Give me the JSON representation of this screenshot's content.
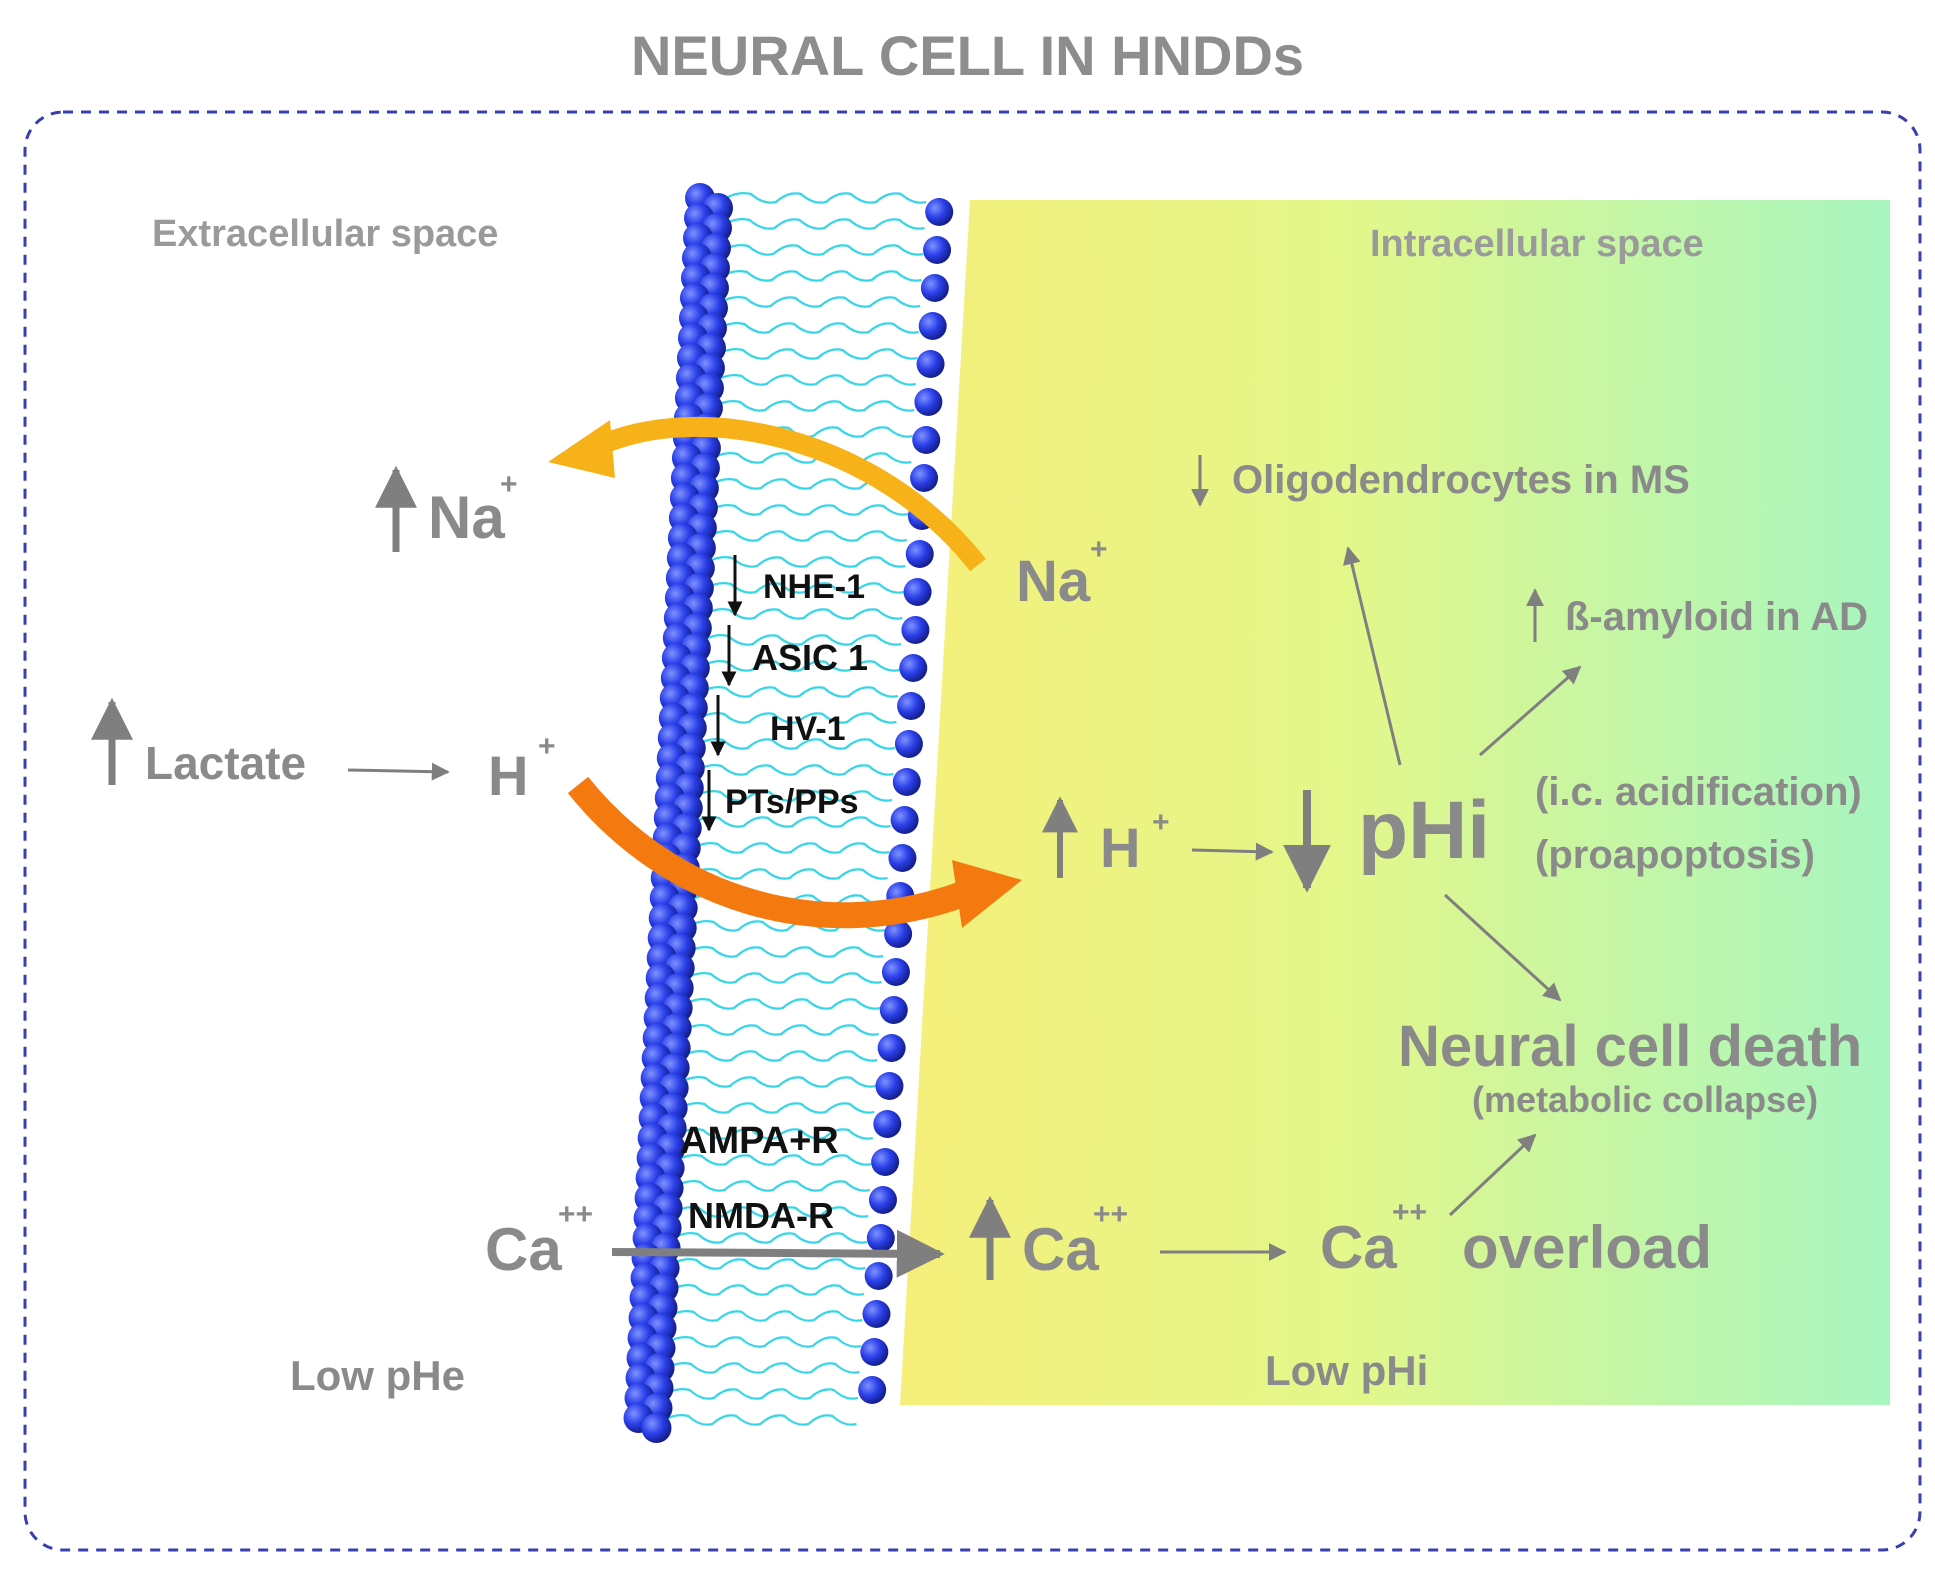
{
  "title": "NEURAL CELL IN HNDDs",
  "regions": {
    "extracellular": "Extracellular space",
    "intracellular": "Intracellular space",
    "low_phe": "Low pHe",
    "low_phi": "Low pHi"
  },
  "extracellular": {
    "na": "Na",
    "na_sup": "+",
    "lactate": "Lactate",
    "h": "H",
    "h_sup": "+",
    "ca": "Ca",
    "ca_sup": "++"
  },
  "transporters": [
    "NHE-1",
    "ASIC 1",
    "HV-1",
    "PTs/PPs"
  ],
  "receptors": [
    "AMPA+R",
    "NMDA-R"
  ],
  "intracellular": {
    "na": "Na",
    "na_sup": "+",
    "h": "H",
    "h_sup": "+",
    "phi": "pHi",
    "ca": "Ca",
    "ca_sup": "++",
    "ca_overload_ion": "Ca",
    "ca_overload_sup": "++",
    "ca_overload_word": "overload",
    "oligodendrocytes": "Oligodendrocytes in MS",
    "amyloid": "ß-amyloid in AD",
    "acidification": "(i.c. acidification)",
    "proapoptosis": "(proapoptosis)",
    "death": "Neural cell death",
    "collapse": "(metabolic collapse)"
  },
  "colors": {
    "membrane_head": "#2a3fe8",
    "lipid_tail": "#35d6e8",
    "label_gray": "#8a8a8a",
    "arrow_gray": "#7f7f7f",
    "na_arrow": "#f7b21a",
    "h_arrow": "#f47a10",
    "gradient_start": "#f5ef7a",
    "gradient_end": "#a8f5c0",
    "frame": "#3a3fb0"
  }
}
